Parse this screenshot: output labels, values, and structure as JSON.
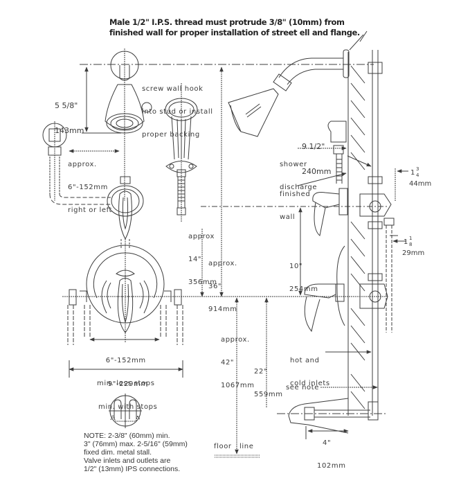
{
  "header_note": {
    "line1": "Male 1/2\" I.P.S. thread must protrude 3/8\" (10mm) from",
    "line2": "finished wall for proper installation of street ell and flange."
  },
  "labels": {
    "showerhead_height": {
      "imperial": "5 5/8\"",
      "metric": "143mm"
    },
    "wall_hook": {
      "line1": "screw wall hook",
      "line2": "into stud or install",
      "line3": "proper backing"
    },
    "hand_shower_offset": {
      "line1": "approx.",
      "line2": "6\"-152mm",
      "line3": "right or left"
    },
    "diverter_height": {
      "line1": "approx",
      "line2": "14\"",
      "line3": "356mm"
    },
    "shower_arm_height": {
      "line1": "approx.",
      "line2": "36\"",
      "line3": "914mm"
    },
    "arm_projection": {
      "imperial": "9 1/2\"",
      "metric": "240mm"
    },
    "shower_discharge": {
      "line1": "shower",
      "line2": "discharge"
    },
    "finished_wall": {
      "line1": "finished",
      "line2": "wall"
    },
    "depth_1": {
      "whole": "1",
      "numerator": "3",
      "denominator": "4",
      "metric": "44mm"
    },
    "depth_2": {
      "whole": "1",
      "numerator": "1",
      "denominator": "8",
      "metric": "29mm"
    },
    "valve_spacing": {
      "imperial": "10\"",
      "metric": "254mm"
    },
    "valve_height": {
      "line1": "approx.",
      "line2": "42\"",
      "line3": "1067mm"
    },
    "spout_height": {
      "imperial": "22\"",
      "metric": "559mm"
    },
    "inlets": {
      "line1": "hot and",
      "line2": "cold inlets"
    },
    "see_note": "see note",
    "spout_projection": {
      "imperial": "4\"",
      "metric": "102mm"
    },
    "floor_line": {
      "left": "floor",
      "right": "line"
    },
    "inlet_spacing_less_stops": {
      "line1": "6\"-152mm",
      "line2": "min. less stops"
    },
    "inlet_spacing_with_stops": {
      "line1": "9\"-229mm",
      "line2": "min. with stops"
    }
  },
  "footnote": {
    "lines": [
      "NOTE: 2-3/8\" (60mm) min.",
      "3\" (76mm) max. 2-5/16\" (59mm)",
      "fixed dim. metal stall.",
      "Valve inlets and outlets are",
      "1/2\" (13mm) IPS connections."
    ]
  },
  "colors": {
    "line": "#3c3c3c",
    "text": "#333333",
    "background": "#ffffff"
  }
}
